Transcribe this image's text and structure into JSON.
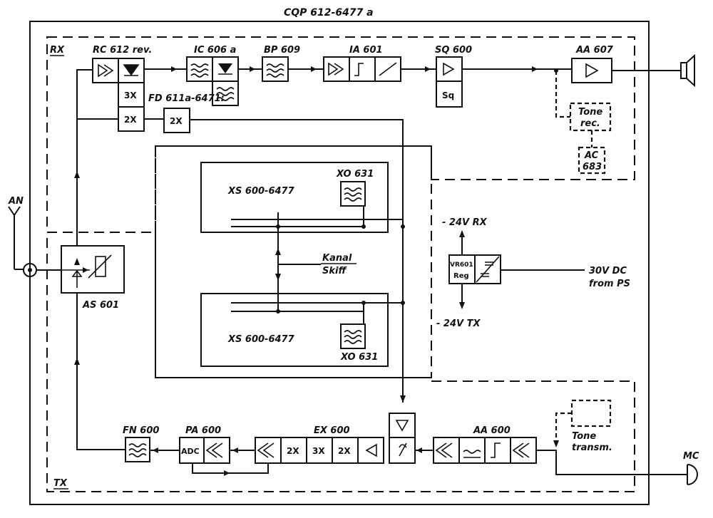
{
  "title": "CQP 612-6477 a",
  "sections": {
    "rx": "RX",
    "tx": "TX"
  },
  "blocks": {
    "rc612": "RC 612 rev.",
    "ic606": "IC 606 a",
    "bp609": "BP 609",
    "ia601": "IA 601",
    "sq600": "SQ 600",
    "aa607": "AA 607",
    "fd611": "FD 611a-6471:",
    "tone_rec_1": "Tone",
    "tone_rec_2": "rec.",
    "ac683_1": "AC",
    "ac683_2": "683",
    "xo631_top": "XO 631",
    "xo631_bot": "XO 631",
    "xs600_top": "XS 600-6477",
    "xs600_bot": "XS 600-6477",
    "kanal_1": "Kanal",
    "kanal_2": "Skiff",
    "as601": "AS 601",
    "vr601_1": "VR601",
    "vr601_2": "Reg",
    "fn600": "FN 600",
    "pa600": "PA 600",
    "ex600": "EX 600",
    "aa600": "AA 600",
    "tone_tx_1": "Tone",
    "tone_tx_2": "transm."
  },
  "box_texts": {
    "mul_3x": "3X",
    "mul_2x": "2X",
    "fd_2x": "2X",
    "sq": "Sq",
    "adc": "ADC",
    "ex_2x_a": "2X",
    "ex_3x": "3X",
    "ex_2x_b": "2X"
  },
  "power": {
    "rx_supply": "- 24V RX",
    "tx_supply": "- 24V TX",
    "input_1": "30V DC",
    "input_2": "from PS"
  },
  "io": {
    "antenna": "AN",
    "microphone": "MC"
  }
}
